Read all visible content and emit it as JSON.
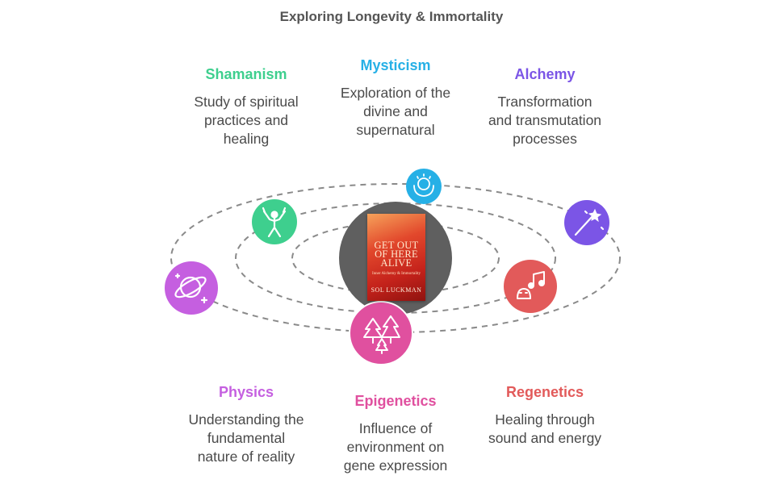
{
  "title": "Exploring Longevity & Immortality",
  "center": {
    "book_title_line1": "GET OUT",
    "book_title_line2": "OF HERE",
    "book_title_line3": "ALIVE",
    "book_subtitle": "Inner Alchemy & Immortality",
    "book_author": "SOL LUCKMAN"
  },
  "topics": [
    {
      "id": "shamanism",
      "heading": "Shamanism",
      "color": "#3ecf8e",
      "lines": [
        "Study of spiritual",
        "practices and",
        "healing"
      ],
      "icon": "shaman-figure-icon"
    },
    {
      "id": "mysticism",
      "heading": "Mysticism",
      "color": "#26b0e6",
      "lines": [
        "Exploration of the",
        "divine and",
        "supernatural"
      ],
      "icon": "crystal-ball-hands-icon"
    },
    {
      "id": "alchemy",
      "heading": "Alchemy",
      "color": "#7b55e6",
      "lines": [
        "Transformation",
        "and transmutation",
        "processes"
      ],
      "icon": "magic-wand-icon"
    },
    {
      "id": "physics",
      "heading": "Physics",
      "color": "#c55fe0",
      "lines": [
        "Understanding the",
        "fundamental",
        "nature of reality"
      ],
      "icon": "planet-icon"
    },
    {
      "id": "epigenetics",
      "heading": "Epigenetics",
      "color": "#e0509f",
      "lines": [
        "Influence of",
        "environment on",
        "gene expression"
      ],
      "icon": "trees-icon"
    },
    {
      "id": "regenetics",
      "heading": "Regenetics",
      "color": "#e25a5a",
      "lines": [
        "Healing through",
        "sound and energy"
      ],
      "icon": "music-note-icon"
    }
  ]
}
